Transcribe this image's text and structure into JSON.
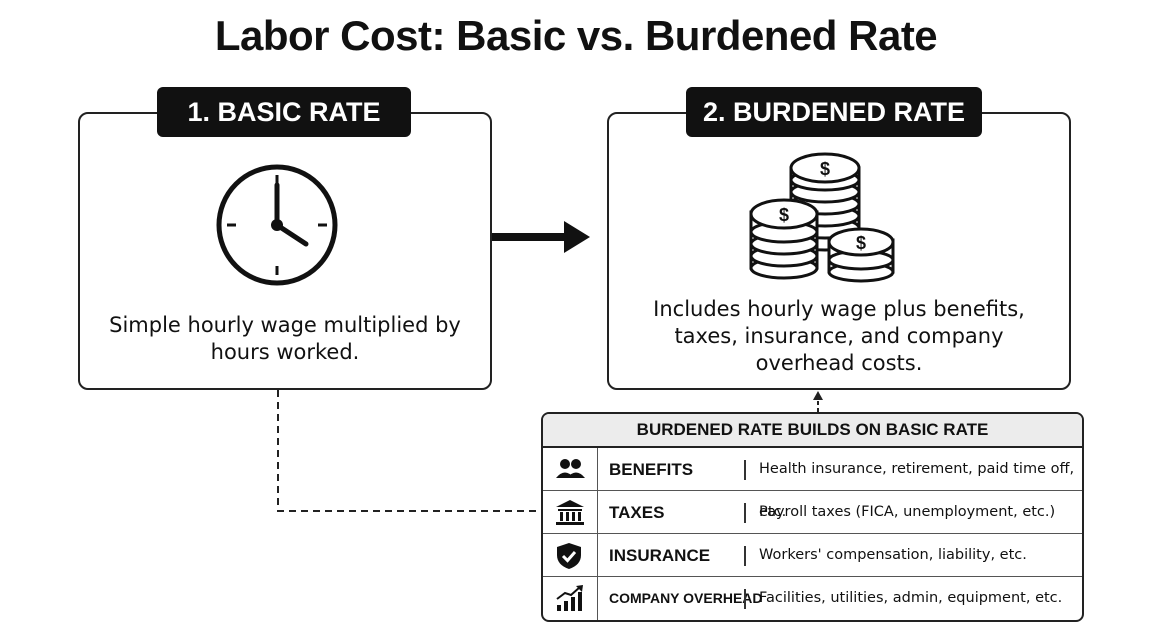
{
  "title": "Labor Cost: Basic vs. Burdened Rate",
  "basic": {
    "label": "1. BASIC RATE",
    "icon": "clock-icon",
    "description": "Simple hourly wage multiplied by hours worked."
  },
  "burdened": {
    "label": "2. BURDENED RATE",
    "icon": "coin-stack-icon",
    "coin_symbol": "$",
    "description": "Includes hourly wage plus benefits, taxes, insurance, and company overhead costs."
  },
  "components": {
    "heading": "BURDENED RATE BUILDS ON BASIC RATE",
    "rows": [
      {
        "name": "BENEFITS",
        "detail": "Health insurance, retirement, paid time off, etc.",
        "icon": "people-icon"
      },
      {
        "name": "TAXES",
        "detail": "Payroll taxes (FICA, unemployment, etc.)",
        "icon": "bank-icon"
      },
      {
        "name": "INSURANCE",
        "detail": "Workers' compensation, liability, etc.",
        "icon": "shield-check-icon"
      },
      {
        "name": "COMPANY OVERHEAD",
        "detail": "Facilities, utilities, admin, equipment, etc.",
        "icon": "growth-chart-icon"
      }
    ]
  }
}
